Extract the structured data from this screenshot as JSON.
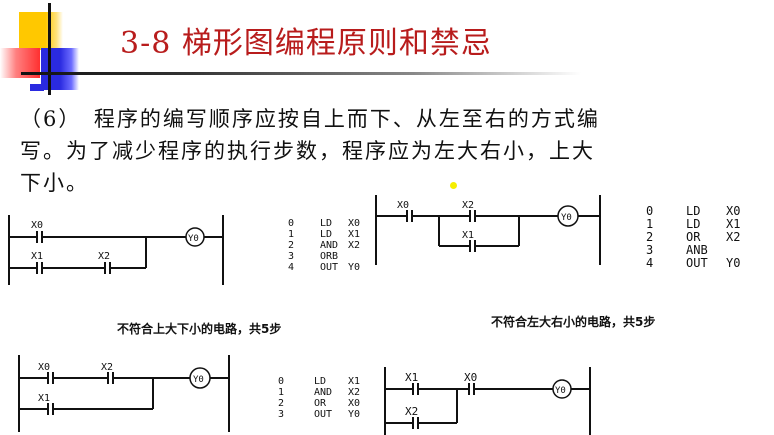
{
  "slide": {
    "title": "3-8 梯形图编程原则和禁忌",
    "paragraph": {
      "line1": "（6）　程序的编写顺序应按自上而下、从左至右的方式编",
      "line2": "写。为了减少程序的执行步数，程序应为左大右小，上大",
      "line3": "下小。"
    },
    "colors": {
      "title": "#b81c1c",
      "text": "#111111",
      "logo_yellow": "#ffc800",
      "logo_blue": "#2a2ae0",
      "logo_red": "#ff3030"
    }
  },
  "diagrams": {
    "top_left": {
      "labels": {
        "c1": "X0",
        "c2": "X1",
        "c3": "X2",
        "coil": "Y0"
      },
      "instructions": [
        {
          "step": "0",
          "op": "LD",
          "arg": "X0"
        },
        {
          "step": "1",
          "op": "LD",
          "arg": "X1"
        },
        {
          "step": "2",
          "op": "AND",
          "arg": "X2"
        },
        {
          "step": "3",
          "op": "ORB",
          "arg": ""
        },
        {
          "step": "4",
          "op": "OUT",
          "arg": "Y0"
        }
      ],
      "caption": "不符合上大下小的电路，共5步"
    },
    "top_right": {
      "labels": {
        "c1": "X0",
        "c2": "X2",
        "c3": "X1",
        "coil": "Y0"
      },
      "instructions": [
        {
          "step": "0",
          "op": "LD",
          "arg": "X0"
        },
        {
          "step": "1",
          "op": "LD",
          "arg": "X1"
        },
        {
          "step": "2",
          "op": "OR",
          "arg": "X2"
        },
        {
          "step": "3",
          "op": "ANB",
          "arg": ""
        },
        {
          "step": "4",
          "op": "OUT",
          "arg": "Y0"
        }
      ],
      "caption": "不符合左大右小的电路，共5步"
    },
    "bottom_left": {
      "labels": {
        "c1": "X0",
        "c2": "X2",
        "c3": "X1",
        "coil": "Y0"
      },
      "instructions": [
        {
          "step": "0",
          "op": "LD",
          "arg": "X1"
        },
        {
          "step": "1",
          "op": "AND",
          "arg": "X2"
        },
        {
          "step": "2",
          "op": "OR",
          "arg": "X0"
        },
        {
          "step": "3",
          "op": "OUT",
          "arg": "Y0"
        }
      ]
    },
    "bottom_right": {
      "labels": {
        "c1": "X1",
        "c2": "X0",
        "c3": "X2",
        "coil": "Y0"
      }
    }
  }
}
